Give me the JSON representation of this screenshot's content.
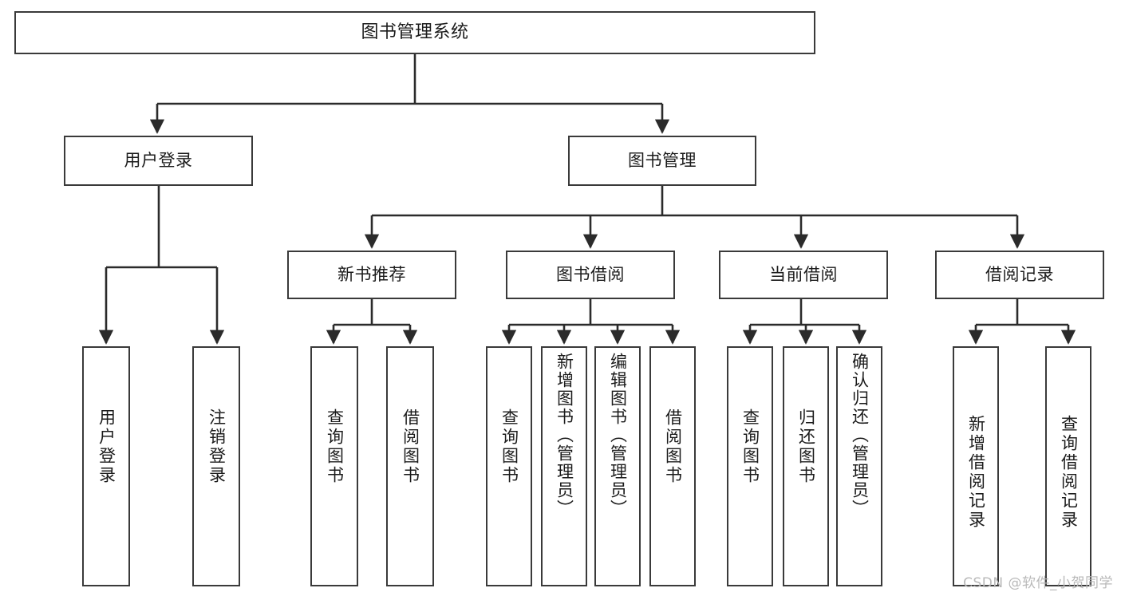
{
  "diagram": {
    "title": "图书管理系统",
    "type": "tree",
    "orientation": "top-down",
    "colors": {
      "box_border": "#3a3a3a",
      "box_fill": "#ffffff",
      "edge": "#2b2b2b",
      "text": "#1b1b1b",
      "watermark": "#b9b9b9",
      "background": "#ffffff"
    }
  },
  "nodes": {
    "root": {
      "label": "图书管理系统",
      "level": 1
    },
    "level2": [
      {
        "id": "user-login",
        "label": "用户登录"
      },
      {
        "id": "book-management",
        "label": "图书管理"
      }
    ],
    "level3": [
      {
        "id": "new-book-recommend",
        "label": "新书推荐"
      },
      {
        "id": "book-borrow",
        "label": "图书借阅"
      },
      {
        "id": "current-borrow",
        "label": "当前借阅"
      },
      {
        "id": "borrow-record",
        "label": "借阅记录"
      }
    ],
    "leaves": [
      {
        "id": "leaf-user-login",
        "label": "用户登录",
        "parent": "user-login"
      },
      {
        "id": "leaf-logout",
        "label": "注销登录",
        "parent": "user-login"
      },
      {
        "id": "leaf-query-book-1",
        "label": "查询图书",
        "parent": "new-book-recommend"
      },
      {
        "id": "leaf-borrow-book-1",
        "label": "借阅图书",
        "parent": "new-book-recommend"
      },
      {
        "id": "leaf-query-book-2",
        "label": "查询图书",
        "parent": "book-borrow"
      },
      {
        "id": "leaf-add-book",
        "label": "新增图书（管理员）",
        "parent": "book-borrow"
      },
      {
        "id": "leaf-edit-book",
        "label": "编辑图书（管理员）",
        "parent": "book-borrow"
      },
      {
        "id": "leaf-borrow-book-2",
        "label": "借阅图书",
        "parent": "book-borrow"
      },
      {
        "id": "leaf-query-book-3",
        "label": "查询图书",
        "parent": "current-borrow"
      },
      {
        "id": "leaf-return-book",
        "label": "归还图书",
        "parent": "current-borrow"
      },
      {
        "id": "leaf-confirm-return",
        "label": "确认归还（管理员）",
        "parent": "current-borrow"
      },
      {
        "id": "leaf-add-record",
        "label": "新增借阅记录",
        "parent": "borrow-record"
      },
      {
        "id": "leaf-query-record",
        "label": "查询借阅记录",
        "parent": "borrow-record"
      }
    ]
  },
  "watermark": {
    "text": "CSDN @软件_小贺同学"
  }
}
